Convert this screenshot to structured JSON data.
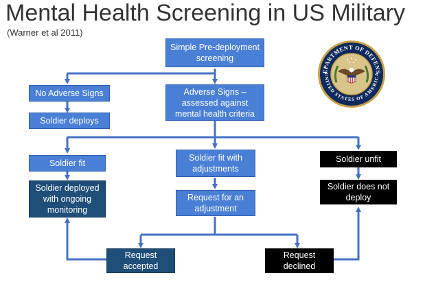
{
  "title": "Mental Health Screening in US Military",
  "subtitle": "(Warner et al 2011)",
  "boxes": {
    "screening": "Simple Pre-deployment screening",
    "no_adverse": "No Adverse Signs",
    "soldier_deploys": "Soldier deploys",
    "adverse": "Adverse Signs – assessed against mental health criteria",
    "soldier_fit": "Soldier fit",
    "deployed_monitoring": "Soldier deployed with ongoing monitoring",
    "fit_adjustments": "Soldier fit with adjustments",
    "request_adjustment": "Request for an adjustment",
    "soldier_unfit": "Soldier unfit",
    "does_not_deploy": "Soldier does not deploy",
    "request_accepted": "Request accepted",
    "request_declined": "Request declined"
  },
  "seal": {
    "top_text": "DEPARTMENT OF DEFENSE",
    "bottom_text": "UNITED STATES OF AMERICA"
  },
  "colors": {
    "light_box": "#4a7fd6",
    "dark_box": "#1f4e79",
    "black_box": "#000000",
    "arrow": "#4472c4"
  }
}
